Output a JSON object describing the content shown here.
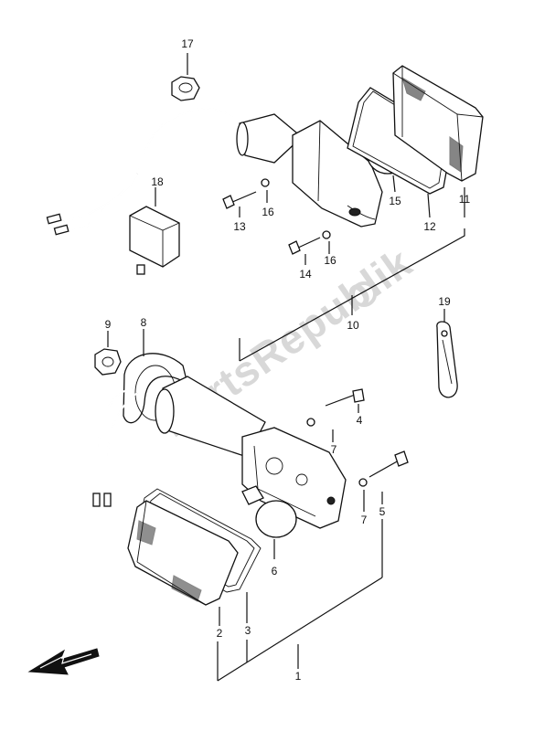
{
  "watermark": "PartsRepublik",
  "callouts": {
    "c1": "1",
    "c2": "2",
    "c3": "3",
    "c4": "4",
    "c5": "5",
    "c6": "6",
    "c7a": "7",
    "c7b": "7",
    "c8": "8",
    "c9": "9",
    "c10": "10",
    "c11": "11",
    "c12": "12",
    "c13": "13",
    "c14": "14",
    "c15": "15",
    "c16a": "16",
    "c16b": "16",
    "c17": "17",
    "c18": "18",
    "c19": "19"
  },
  "icons": {
    "direction_arrow": "front-direction-arrow-icon"
  }
}
